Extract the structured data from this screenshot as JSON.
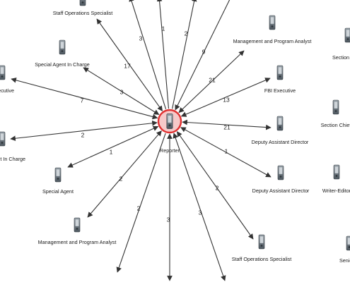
{
  "diagram": {
    "type": "network",
    "center": {
      "label": "Reporter",
      "icon": "person-icon",
      "highlight_color": "#e03030"
    },
    "nodes": [
      {
        "key": "staff-ops-top",
        "label": "Staff Operations Specialist"
      },
      {
        "key": "sac-top",
        "label": "Special Agent In Charge"
      },
      {
        "key": "left-exec",
        "label": "Executive"
      },
      {
        "key": "left-sac",
        "label": "ent In Charge"
      },
      {
        "key": "special-agent",
        "label": "Special Agent"
      },
      {
        "key": "mpa-bottom",
        "label": "Management and Program Analyst"
      },
      {
        "key": "mpa-top",
        "label": "Management and Program Analyst"
      },
      {
        "key": "fbi-exec",
        "label": "FBI Executive"
      },
      {
        "key": "dad-1",
        "label": "Deputy Assistant Director"
      },
      {
        "key": "dad-2",
        "label": "Deputy Assistant Director"
      },
      {
        "key": "staff-ops-bottom",
        "label": "Staff Operations Specialist"
      },
      {
        "key": "section-c",
        "label": "Section C"
      },
      {
        "key": "section-chief",
        "label": "Section Chief"
      },
      {
        "key": "writer-editor",
        "label": "Writer-Editor"
      },
      {
        "key": "senior",
        "label": "Senior"
      }
    ],
    "edges": [
      {
        "key": "staff-ops-top",
        "weight": "3"
      },
      {
        "key": "sac-top",
        "weight": "17"
      },
      {
        "key": "sac-top-2",
        "weight": "3"
      },
      {
        "key": "left-exec",
        "weight": "7"
      },
      {
        "key": "left-sac",
        "weight": "2"
      },
      {
        "key": "special-agent",
        "weight": "1"
      },
      {
        "key": "mpa-bottom",
        "weight": "2"
      },
      {
        "key": "bottom-left",
        "weight": "2"
      },
      {
        "key": "bottom-center",
        "weight": "3"
      },
      {
        "key": "top-1",
        "weight": "1"
      },
      {
        "key": "top-2",
        "weight": "2"
      },
      {
        "key": "mpa-top",
        "weight": "9"
      },
      {
        "key": "mpa-top-2",
        "weight": "21"
      },
      {
        "key": "fbi-exec",
        "weight": "13"
      },
      {
        "key": "dad-1",
        "weight": "21"
      },
      {
        "key": "dad-2",
        "weight": "1"
      },
      {
        "key": "staff-ops-bottom",
        "weight": "2"
      },
      {
        "key": "bottom-right",
        "weight": "3"
      }
    ],
    "colors": {
      "edge": "#333333",
      "icon": "#5a6670",
      "icon_top": "#8a949c"
    }
  }
}
